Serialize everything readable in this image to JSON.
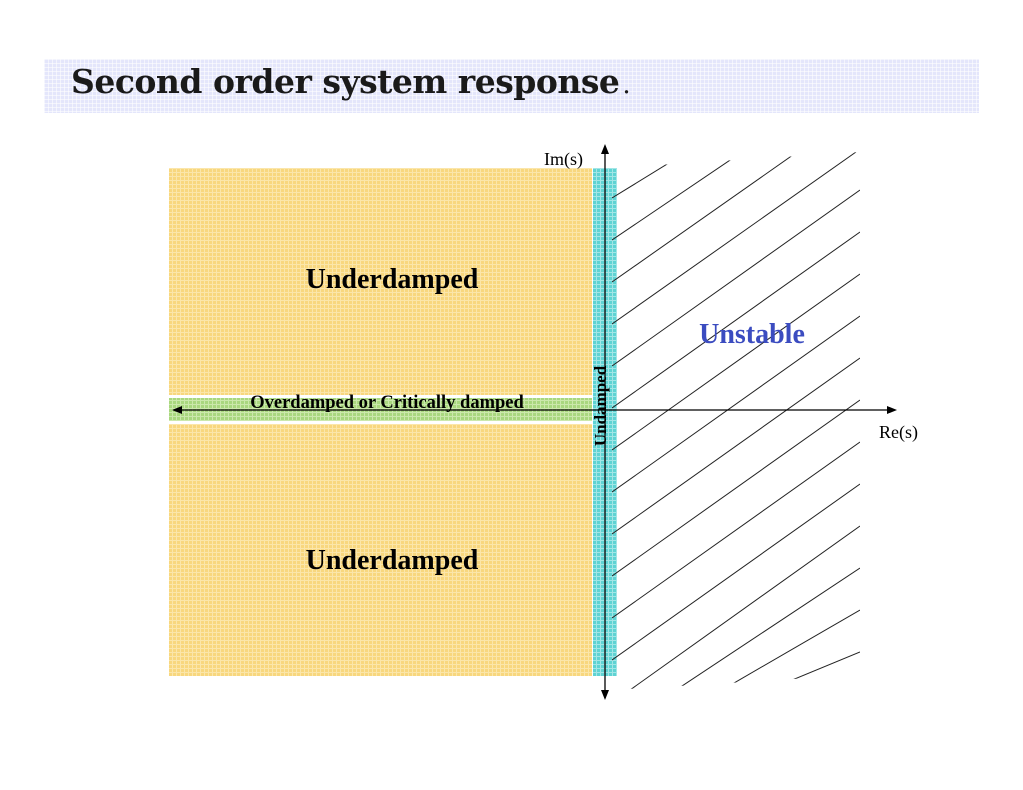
{
  "title": {
    "main": "Second order system response",
    "suffix": "."
  },
  "axes": {
    "imaginary_label": "Im(s)",
    "real_label": "Re(s)"
  },
  "regions": {
    "underdamped_upper": "Underdamped",
    "underdamped_lower": "Underdamped",
    "overdamped": "Overdamped or Critically damped",
    "undamped": "Undamped",
    "unstable": "Unstable"
  },
  "colors": {
    "underdamped_fill": "#f8d77e",
    "overdamped_fill": "#a9d77f",
    "undamped_fill": "#5fd3d3",
    "unstable_text": "#3b4cc0",
    "title_band": "#e4e6fb"
  }
}
